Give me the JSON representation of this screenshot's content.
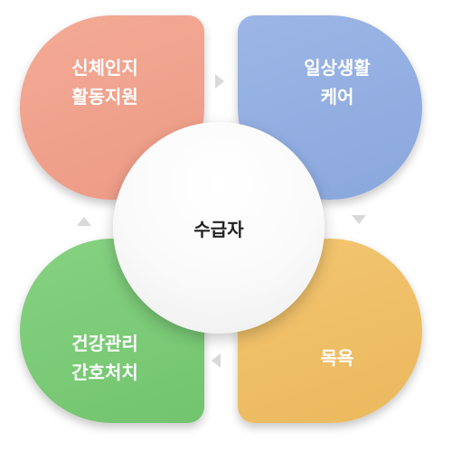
{
  "center": {
    "label": "수급자"
  },
  "petals": {
    "top_left": {
      "lines": [
        "신체인지",
        "활동지원"
      ],
      "color": "#ee9e89"
    },
    "top_right": {
      "lines": [
        "일상생활",
        "케어"
      ],
      "color": "#8faadf"
    },
    "bottom_left": {
      "lines": [
        "건강관리",
        "간호처치"
      ],
      "color": "#78c874"
    },
    "bottom_right": {
      "lines": [
        "목욕"
      ],
      "color": "#eebd62"
    }
  },
  "arrow_color": "#d9d9d9",
  "flow_order": [
    "top_left",
    "top_right",
    "bottom_right",
    "bottom_left"
  ]
}
